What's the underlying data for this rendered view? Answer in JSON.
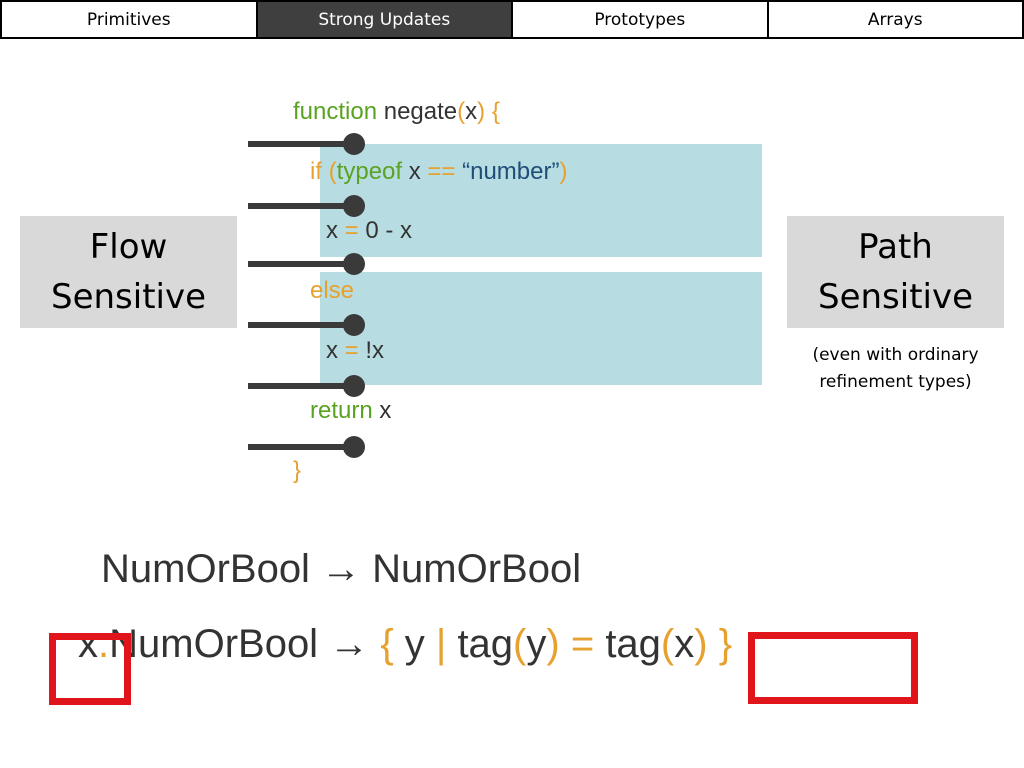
{
  "tabs": [
    {
      "label": "Primitives",
      "active": false
    },
    {
      "label": "Strong Updates",
      "active": true
    },
    {
      "label": "Prototypes",
      "active": false
    },
    {
      "label": "Arrays",
      "active": false
    }
  ],
  "left_label": "Flow\nSensitive",
  "right_label": "Path\nSensitive",
  "right_note": "(even with ordinary\nrefinement types)",
  "code": {
    "fn_keyword": "function",
    "fn_name": "negate",
    "paren_open": "(",
    "param": "x",
    "paren_close": ")",
    "brace_open": "{",
    "if_keyword": "if",
    "if_paren_open": "(",
    "typeof_keyword": "typeof",
    "if_var": "x",
    "eqeq": "==",
    "number_str": "“number”",
    "if_paren_close": ")",
    "assign1_lhs": "x",
    "assign1_eq": "=",
    "assign1_rhs": "0 - x",
    "else_keyword": "else",
    "assign2_lhs": "x",
    "assign2_eq": "=",
    "assign2_rhs": "!x",
    "return_keyword": "return",
    "return_var": "x",
    "brace_close": "}"
  },
  "signature1": "NumOrBool → NumOrBool",
  "signature2": {
    "binder": "x",
    "dot": ".",
    "domain": "NumOrBool →",
    "lbrace": "{",
    "y": "y",
    "bar": "|",
    "tag1": "tag",
    "lp1": "(",
    "y2": "y",
    "rp1": ")",
    "eq": "=",
    "tag2": "tag",
    "lp2": "(",
    "x2": "x",
    "rp2": ")",
    "rbrace": "}"
  },
  "colors": {
    "keyword": "#5aa322",
    "operator": "#e6a12f",
    "string": "#1f4e79",
    "shade": "#b7dde2",
    "highlight": "#e0141b",
    "active_tab": "#3f3f3f"
  }
}
